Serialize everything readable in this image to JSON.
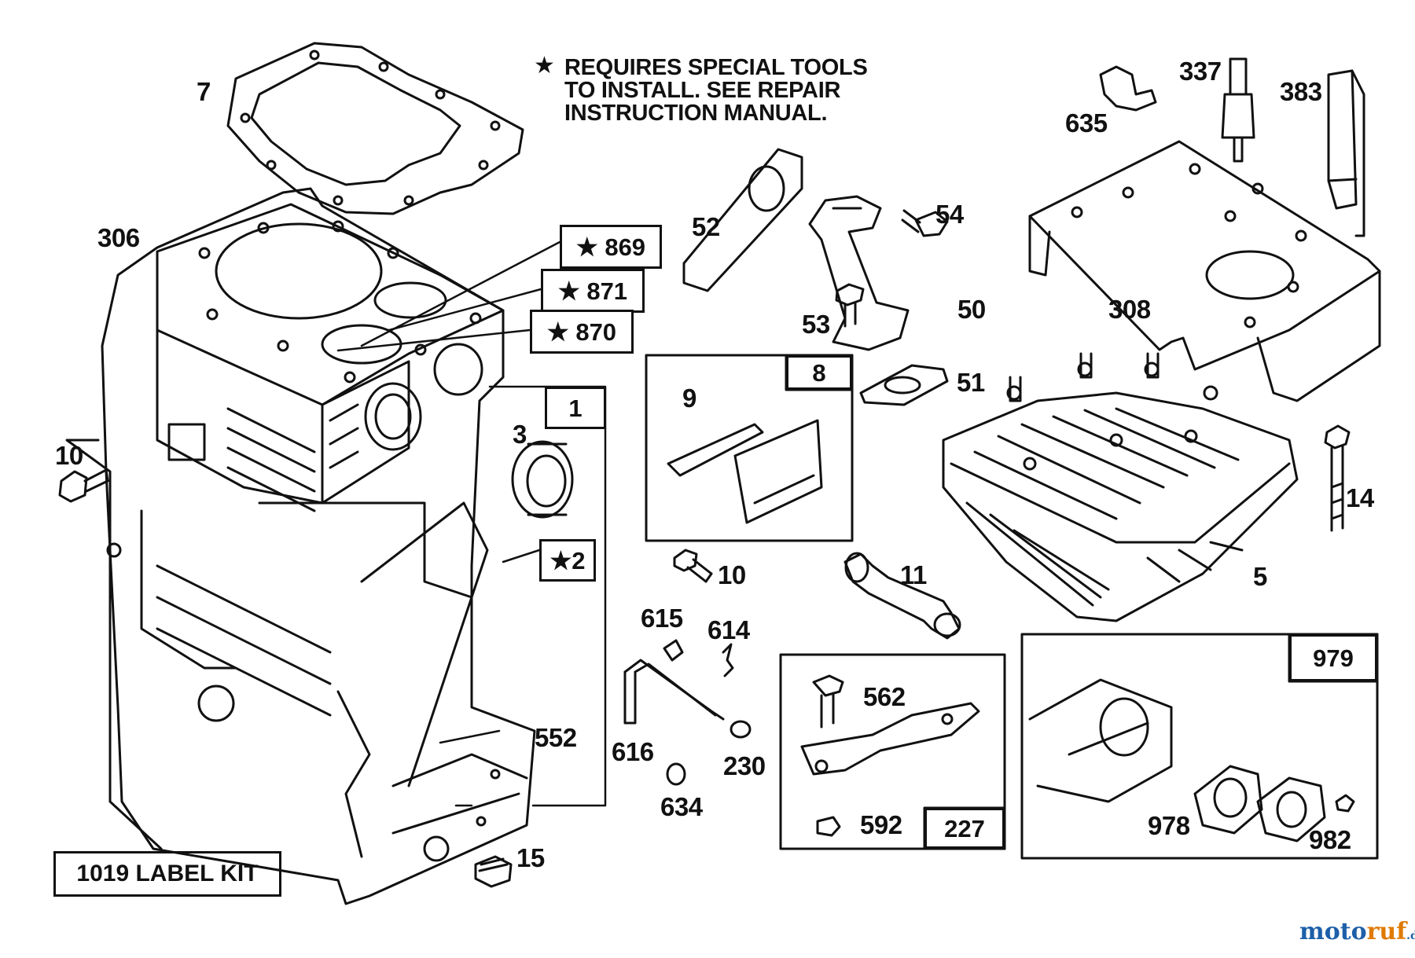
{
  "note": {
    "star": "★",
    "lines": [
      "REQUIRES SPECIAL TOOLS",
      "TO INSTALL.  SEE REPAIR",
      "INSTRUCTION MANUAL."
    ]
  },
  "parts": {
    "p7": "7",
    "p306": "306",
    "p10a": "10",
    "p3": "3",
    "p52": "52",
    "p54": "54",
    "p53": "53",
    "p50": "50",
    "p51": "51",
    "p9": "9",
    "p635": "635",
    "p337": "337",
    "p383": "383",
    "p308": "308",
    "p14": "14",
    "p5": "5",
    "p10b": "10",
    "p11": "11",
    "p615": "615",
    "p614": "614",
    "p616": "616",
    "p230": "230",
    "p634": "634",
    "p552": "552",
    "p15": "15",
    "p562": "562",
    "p592": "592",
    "p978": "978",
    "p982": "982"
  },
  "boxed": {
    "b869": "★ 869",
    "b871": "★ 871",
    "b870": "★ 870",
    "b1": "1",
    "b2": "★2",
    "b8": "8",
    "b227": "227",
    "b979": "979"
  },
  "label_kit": "1019 LABEL KIT",
  "watermark": {
    "main1": "moto",
    "main2": "ruf",
    "tld": ".de"
  }
}
